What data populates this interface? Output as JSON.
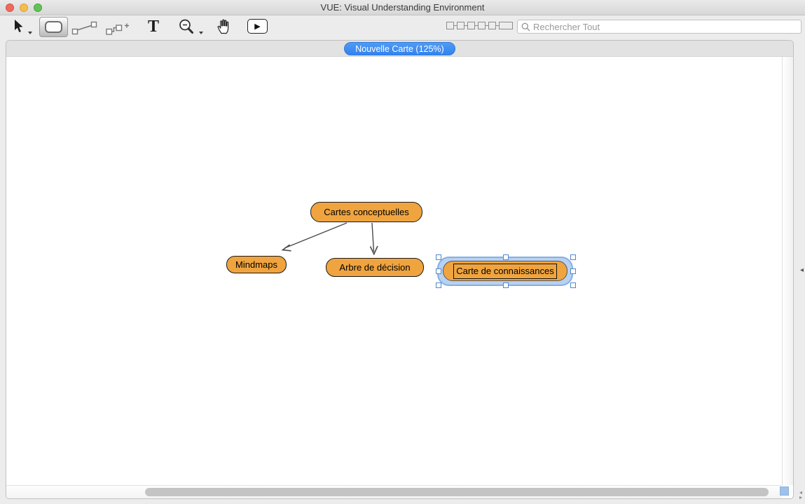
{
  "window": {
    "title": "VUE: Visual Understanding Environment"
  },
  "titlebar": {
    "buttons": [
      "close",
      "minimize",
      "zoom"
    ]
  },
  "toolbar": {
    "tools": [
      {
        "name": "selection-tool",
        "icon": "cursor-arrow-icon",
        "has_dropdown": true,
        "selected": false
      },
      {
        "name": "node-tool",
        "icon": "rounded-rectangle-icon",
        "has_dropdown": false,
        "selected": true
      },
      {
        "name": "link-tool",
        "icon": "link-line-icon",
        "has_dropdown": false,
        "selected": false
      },
      {
        "name": "pathway-add-tool",
        "icon": "add-node-icon",
        "has_dropdown": false,
        "selected": false
      },
      {
        "name": "text-tool",
        "glyph": "T",
        "has_dropdown": false,
        "selected": false
      },
      {
        "name": "zoom-tool",
        "icon": "magnifier-icon",
        "has_dropdown": true,
        "selected": false
      },
      {
        "name": "pan-tool",
        "icon": "hand-icon",
        "has_dropdown": false,
        "selected": false
      },
      {
        "name": "presentation-tool",
        "glyph": "▶",
        "has_dropdown": false,
        "selected": false
      }
    ]
  },
  "slide_widget": {
    "segment_count": 6
  },
  "search": {
    "placeholder": "Rechercher Tout",
    "icon": "search-icon"
  },
  "tab": {
    "label": "Nouvelle Carte (125%)",
    "zoom_level": "125%",
    "color": "#3f8ef3"
  },
  "map": {
    "node_color": "#f0a43f",
    "link_color": "#4a4a4a",
    "nodes": [
      {
        "label": "Cartes conceptuelles",
        "selected": false
      },
      {
        "label": "Mindmaps",
        "selected": false
      },
      {
        "label": "Arbre de décision",
        "selected": false
      },
      {
        "label": "Carte de connaissances",
        "selected": true,
        "editing": true
      }
    ],
    "links": [
      {
        "from": "Cartes conceptuelles",
        "to": "Mindmaps",
        "arrow": "to"
      },
      {
        "from": "Cartes conceptuelles",
        "to": "Arbre de décision",
        "arrow": "to"
      }
    ]
  },
  "selection": {
    "handle_count": 8,
    "highlight_color": "#85b0e2"
  },
  "scrollbars": {
    "horizontal_thumb_visible": true,
    "vertical_thumb_visible": false,
    "corner_color": "#9fc3e8"
  }
}
